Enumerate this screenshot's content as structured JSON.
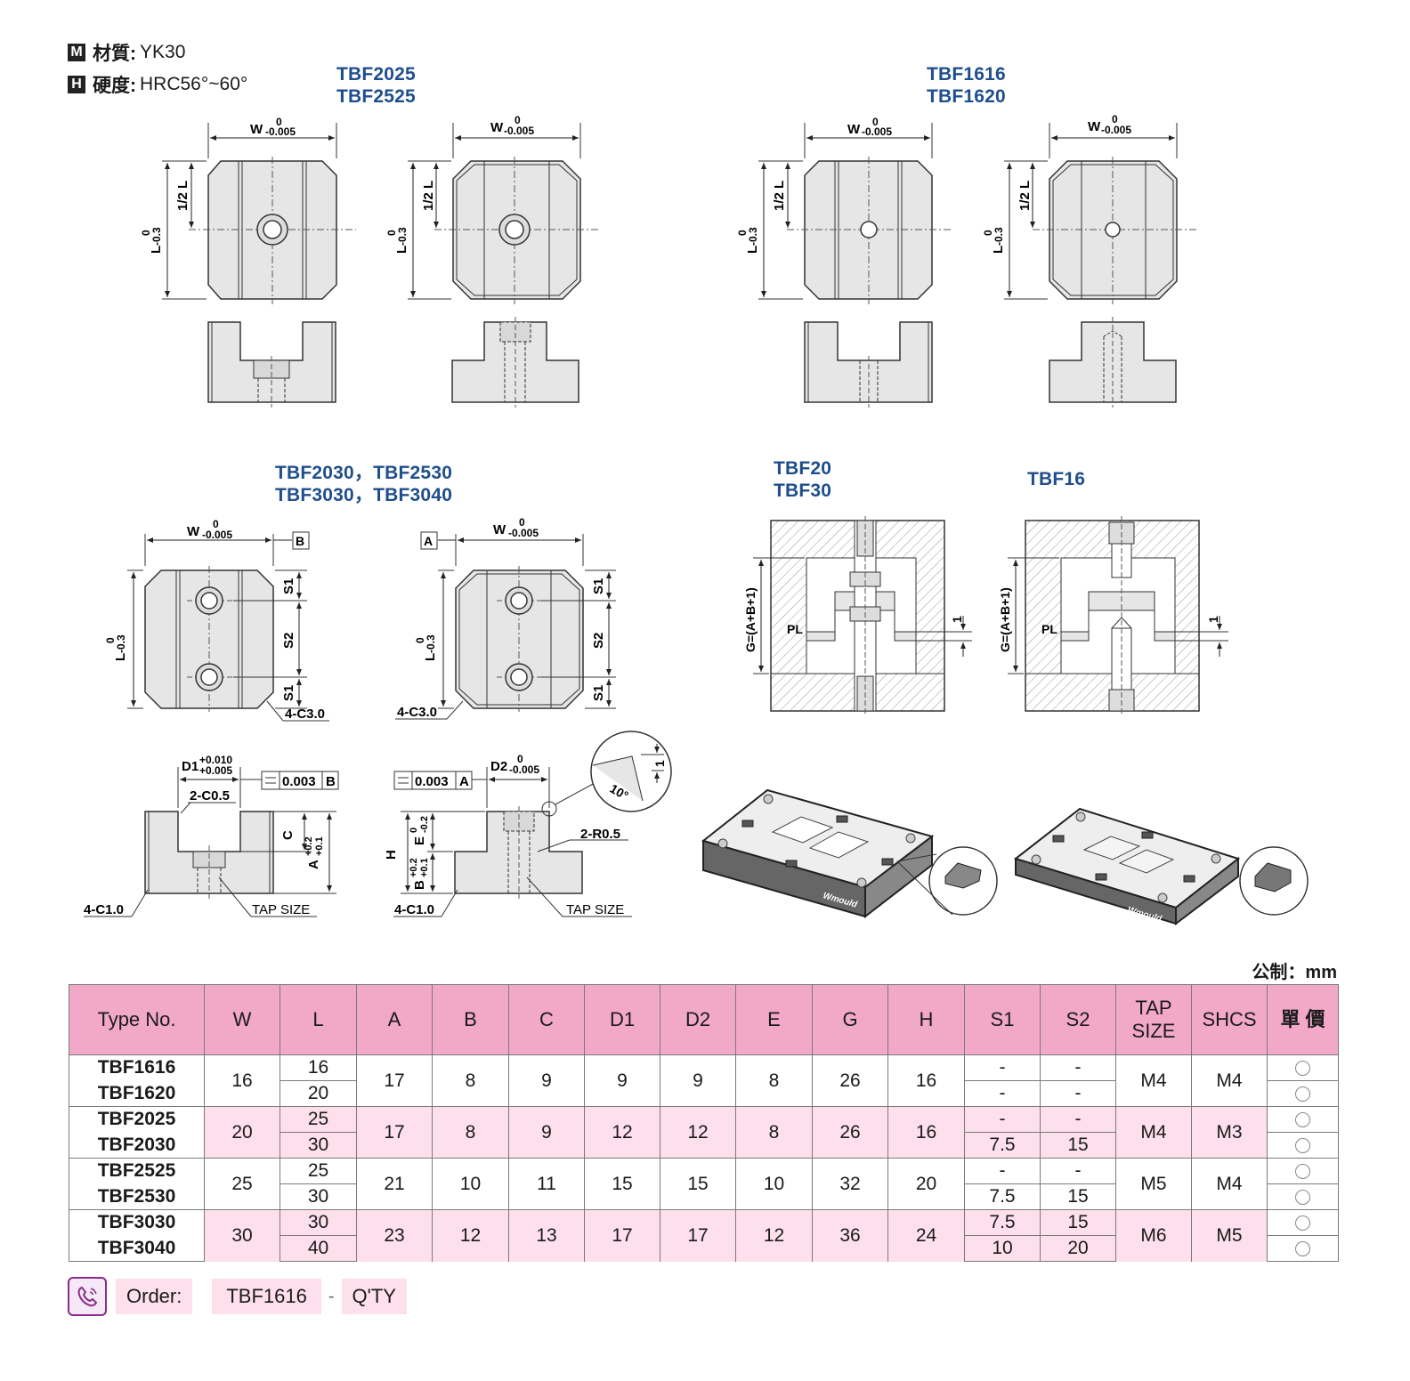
{
  "spec": {
    "material_badge": "M",
    "material_label": "材質:",
    "material_value": "YK30",
    "hardness_badge": "H",
    "hardness_label": "硬度:",
    "hardness_value": "HRC56°~60°"
  },
  "models": {
    "group1": [
      "TBF2025",
      "TBF2525"
    ],
    "group2": [
      "TBF1616",
      "TBF1620"
    ],
    "group3": [
      "TBF2030，TBF2530",
      "TBF3030，TBF3040"
    ],
    "group4": [
      "TBF20",
      "TBF30"
    ],
    "group5": [
      "TBF16"
    ]
  },
  "dims": {
    "w": "W",
    "w_tol_top": "0",
    "w_tol_bot": "-0.005",
    "l": "L",
    "l_tol_top": "0",
    "l_tol_bot": "-0.3",
    "half_l": "1/2 L",
    "s1": "S1",
    "s2": "S2",
    "b_ref": "B",
    "a_ref": "A",
    "c3": "4-C3.0",
    "d1": "D1",
    "d1_tol_top": "+0.010",
    "d1_tol_bot": "+0.005",
    "d2": "D2",
    "d2_tol_top": "0",
    "d2_tol_bot": "-0.005",
    "flat_b": "0.003",
    "flat_b_ref": "B",
    "flat_a": "0.003",
    "flat_a_ref": "A",
    "c05": "2-C0.5",
    "r05": "2-R0.5",
    "c": "C",
    "a_dim": "A",
    "a_tol_top": "+0.2",
    "a_tol_bot": "+0.1",
    "h": "H",
    "b_dim": "B",
    "b_tol_top": "+0.2",
    "b_tol_bot": "+0.1",
    "e_dim": "E",
    "e_tol_top": "0",
    "e_tol_bot": "-0.2",
    "c1": "4-C1.0",
    "tap": "TAP SIZE",
    "angle": "10°",
    "one": "1",
    "g": "G=(A+B+1)",
    "pl": "PL",
    "brand": "Wmould"
  },
  "unit": "公制：mm",
  "table": {
    "headers": [
      "Type No.",
      "W",
      "L",
      "A",
      "B",
      "C",
      "D1",
      "D2",
      "E",
      "G",
      "H",
      "S1",
      "S2",
      "TAP SIZE",
      "SHCS",
      "單 價"
    ],
    "groups": [
      {
        "types": [
          "TBF1616",
          "TBF1620"
        ],
        "W": "16",
        "L": [
          "16",
          "20"
        ],
        "A": "17",
        "B": "8",
        "C": "9",
        "D1": "9",
        "D2": "9",
        "E": "8",
        "G": "26",
        "H": "16",
        "S1": [
          "-",
          "-"
        ],
        "S2": [
          "-",
          "-"
        ],
        "TAP": "M4",
        "SHCS": "M4",
        "pink": false
      },
      {
        "types": [
          "TBF2025",
          "TBF2030"
        ],
        "W": "20",
        "L": [
          "25",
          "30"
        ],
        "A": "17",
        "B": "8",
        "C": "9",
        "D1": "12",
        "D2": "12",
        "E": "8",
        "G": "26",
        "H": "16",
        "S1": [
          "-",
          "7.5"
        ],
        "S2": [
          "-",
          "15"
        ],
        "TAP": "M4",
        "SHCS": "M3",
        "pink": true
      },
      {
        "types": [
          "TBF2525",
          "TBF2530"
        ],
        "W": "25",
        "L": [
          "25",
          "30"
        ],
        "A": "21",
        "B": "10",
        "C": "11",
        "D1": "15",
        "D2": "15",
        "E": "10",
        "G": "32",
        "H": "20",
        "S1": [
          "-",
          "7.5"
        ],
        "S2": [
          "-",
          "15"
        ],
        "TAP": "M5",
        "SHCS": "M4",
        "pink": false
      },
      {
        "types": [
          "TBF3030",
          "TBF3040"
        ],
        "W": "30",
        "L": [
          "30",
          "40"
        ],
        "A": "23",
        "B": "12",
        "C": "13",
        "D1": "17",
        "D2": "17",
        "E": "12",
        "G": "36",
        "H": "24",
        "S1": [
          "7.5",
          "10"
        ],
        "S2": [
          "15",
          "20"
        ],
        "TAP": "M6",
        "SHCS": "M5",
        "pink": true
      }
    ]
  },
  "order": {
    "label": "Order:",
    "code": "TBF1616",
    "dash": "-",
    "qty": "Q'TY"
  }
}
